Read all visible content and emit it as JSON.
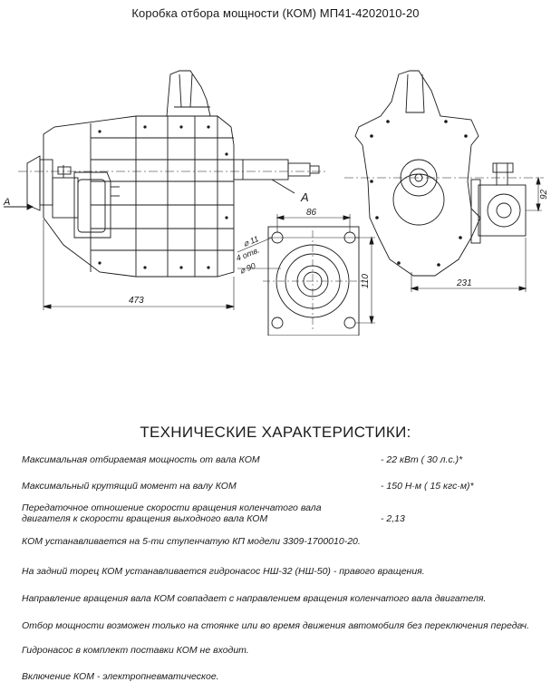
{
  "title": "Коробка отбора мощности (КОМ) МП41-4202010-20",
  "drawing": {
    "view_marker_left": "А",
    "view_marker_right": "А",
    "dimensions": {
      "overall_length": "473",
      "flange_width": "86",
      "flange_height": "110",
      "hole_diameter": "⌀ 11",
      "hole_count": "4 отв.",
      "circle_diameter": "⌀ 90",
      "side_width": "231",
      "side_height": "92"
    }
  },
  "specs": {
    "heading": "ТЕХНИЧЕСКИЕ ХАРАКТЕРИСТИКИ:",
    "rows": [
      {
        "label": "Максимальная отбираемая мощность от вала КОМ",
        "value": "- 22 кВт ( 30 л.с.)*"
      },
      {
        "label": "Максимальный крутящий момент на валу КОМ",
        "value": "- 150 Н·м ( 15 кгс·м)*"
      },
      {
        "label": "Передаточное отношение скорости вращения коленчатого вала двигателя к скорости вращения выходного вала КОМ",
        "value": "- 2,13"
      }
    ],
    "notes": [
      "КОМ  устанавливается  на  5-ти ступенчатую КП модели  3309-1700010-20.",
      "На задний торец КОМ устанавливается гидронасос  НШ-32 (НШ-50) - правого вращения.",
      "Направление вращения вала  КОМ  совпадает с направлением вращения коленчатого вала двигателя.",
      "Отбор мощности возможен только на стоянке или во время движения автомобиля без переключения передач.",
      "Гидронасос  в комплект поставки  КОМ  не входит.",
      "Включение КОМ - электропневматическое."
    ]
  }
}
